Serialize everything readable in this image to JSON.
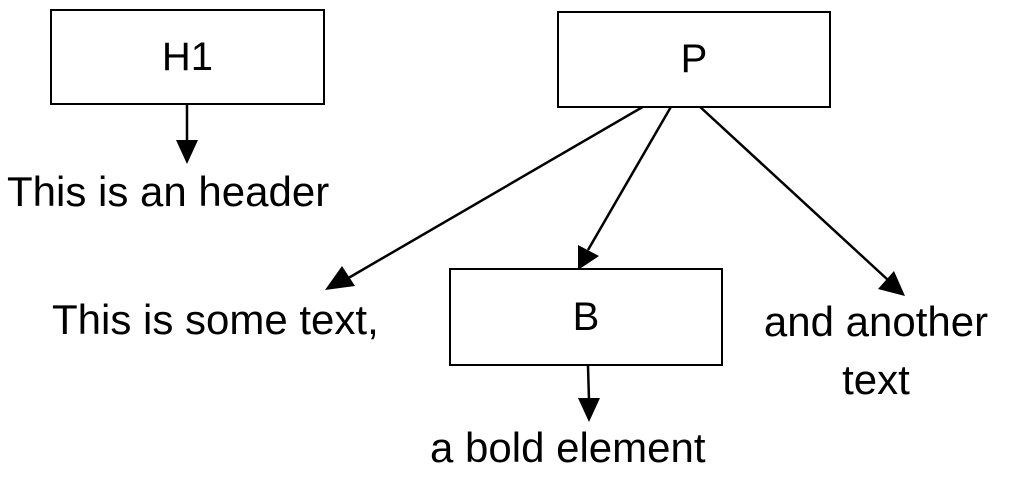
{
  "nodes": {
    "h1": {
      "label": "H1"
    },
    "p": {
      "label": "P"
    },
    "b": {
      "label": "B"
    }
  },
  "texts": {
    "header_text": "This is an header",
    "some_text": "This is some text,",
    "bold_text": "a bold element",
    "another_text_line1": "and another",
    "another_text_line2": "text"
  },
  "edges": [
    {
      "from": "H1",
      "to": "This is an header"
    },
    {
      "from": "P",
      "to": "This is some text,"
    },
    {
      "from": "P",
      "to": "B"
    },
    {
      "from": "P",
      "to": "and another text"
    },
    {
      "from": "B",
      "to": "a bold element"
    }
  ]
}
